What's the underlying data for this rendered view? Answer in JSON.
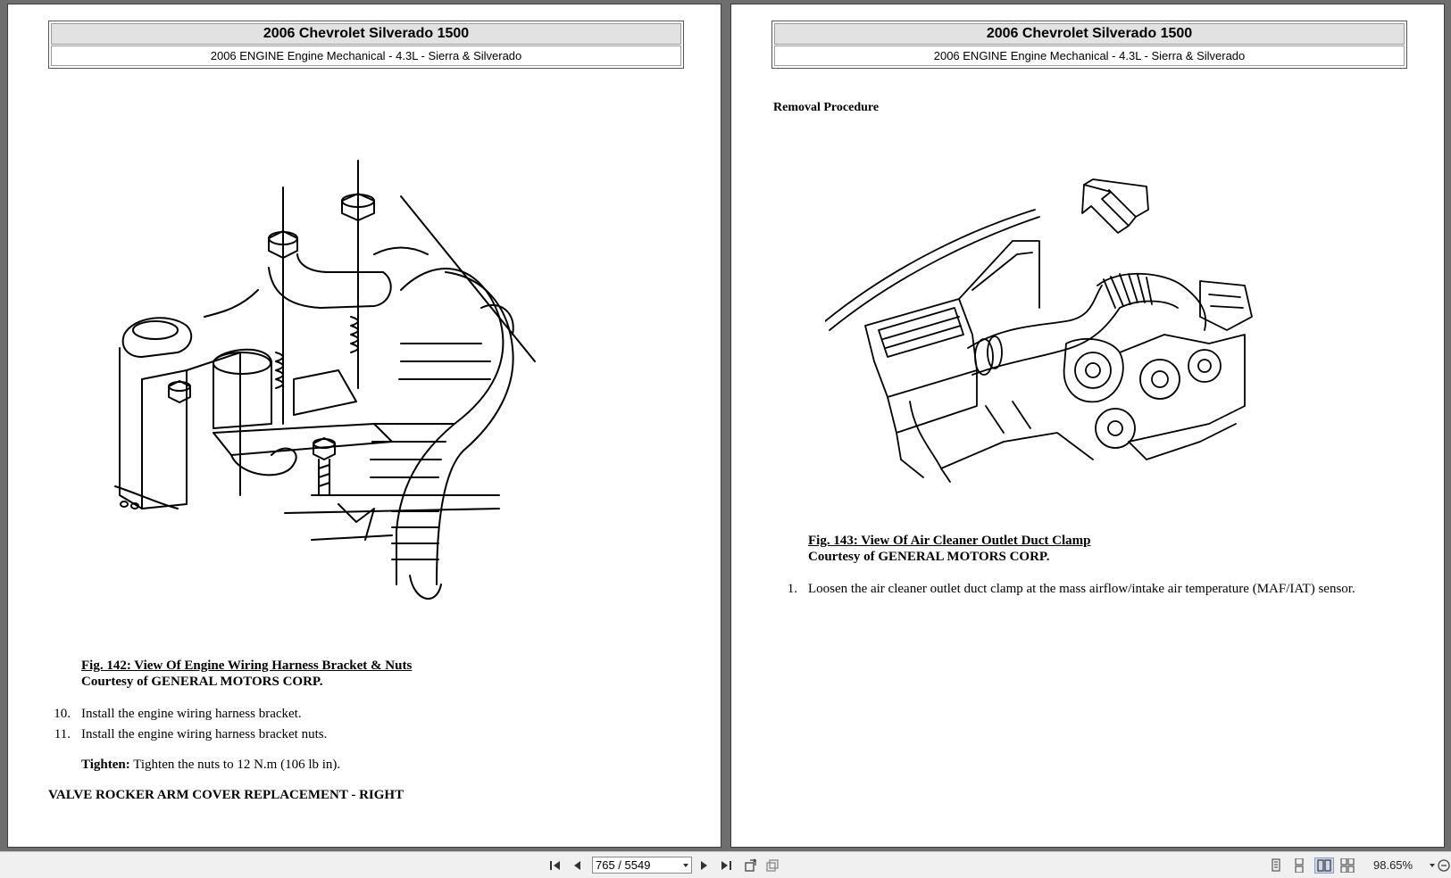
{
  "left_page": {
    "header_title": "2006 Chevrolet Silverado 1500",
    "header_subtitle": "2006 ENGINE Engine Mechanical - 4.3L - Sierra & Silverado",
    "figure_caption": "Fig. 142: View Of Engine Wiring Harness Bracket & Nuts",
    "figure_credit": "Courtesy of GENERAL MOTORS CORP.",
    "steps": [
      {
        "number": "10.",
        "text": "Install the engine wiring harness bracket."
      },
      {
        "number": "11.",
        "text": "Install the engine wiring harness bracket nuts."
      }
    ],
    "tighten_label": "Tighten:",
    "tighten_text": "Tighten the nuts to 12 N.m (106 lb in).",
    "section_heading": "VALVE ROCKER ARM COVER REPLACEMENT - RIGHT"
  },
  "right_page": {
    "header_title": "2006 Chevrolet Silverado 1500",
    "header_subtitle": "2006 ENGINE Engine Mechanical - 4.3L - Sierra & Silverado",
    "sub_heading": "Removal Procedure",
    "figure_caption": "Fig. 143: View Of Air Cleaner Outlet Duct Clamp",
    "figure_credit": "Courtesy of GENERAL MOTORS CORP.",
    "steps": [
      {
        "number": "1.",
        "text": "Loosen the air cleaner outlet duct clamp at the mass airflow/intake air temperature (MAF/IAT) sensor."
      }
    ]
  },
  "toolbar": {
    "page_indicator": "765 / 5549",
    "zoom": "98.65%",
    "buttons": [
      "first-page-icon",
      "previous-page-icon",
      "next-page-icon",
      "last-page-icon",
      "rotate-icon",
      "copy-icon",
      "single-page-icon",
      "continuous-icon",
      "facing-icon",
      "facing-continuous-icon"
    ]
  }
}
